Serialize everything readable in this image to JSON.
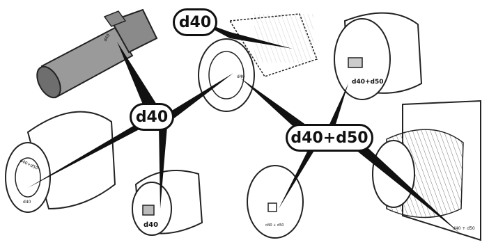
{
  "callouts": {
    "top": "d40",
    "center": "d40",
    "right": "d40+d50"
  },
  "parts": {
    "adapter_top_left_mark": "d40",
    "dome_left_face": "d40+d50",
    "dome_left_bottom": "d40",
    "small_cup_label": "d40",
    "flange_center_mark": "d40",
    "right_disc_label": "d40+d50",
    "plate_label": "d40 + d50",
    "bracket_label": "d40 + d50"
  }
}
